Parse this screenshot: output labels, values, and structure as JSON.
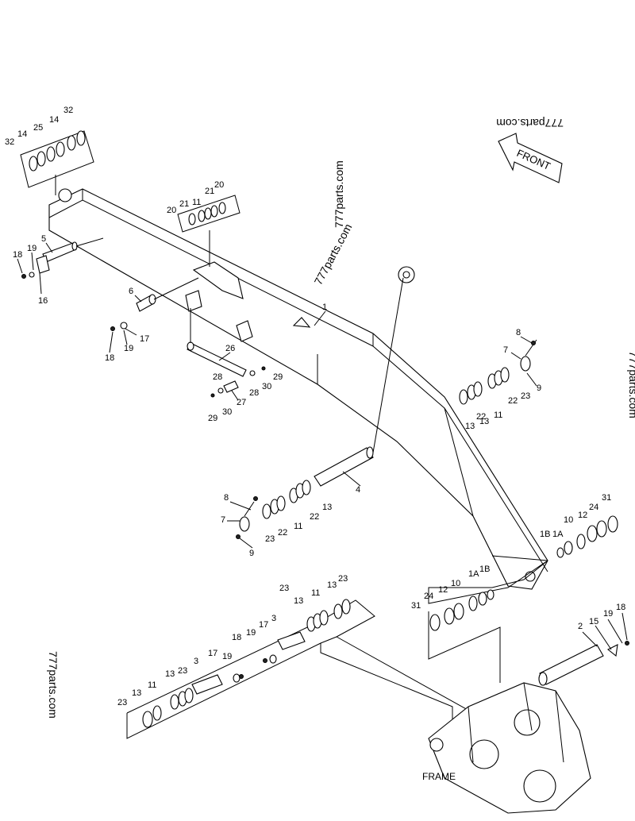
{
  "watermarks": [
    "777parts.com",
    "777parts.com",
    "777parts.com",
    "777parts.com",
    "777parts.com"
  ],
  "arrow_label": "FRONT",
  "frame_label": "FRAME",
  "callouts": {
    "p1": "1",
    "p1A_a": "1A",
    "p1A_b": "1A",
    "p1B_a": "1B",
    "p1B_b": "1B",
    "p2": "2",
    "p3_a": "3",
    "p3_b": "3",
    "p4": "4",
    "p5": "5",
    "p6": "6",
    "p7_a": "7",
    "p7_b": "7",
    "p8_a": "8",
    "p8_b": "8",
    "p9_a": "9",
    "p9_b": "9",
    "p10_a": "10",
    "p10_b": "10",
    "p11_a": "11",
    "p11_b": "11",
    "p11_c": "11",
    "p11_d": "11",
    "p11_e": "11",
    "p12_a": "12",
    "p12_b": "12",
    "p13_a": "13",
    "p13_b": "13",
    "p13_c": "13",
    "p13_d": "13",
    "p13_e": "13",
    "p13_f": "13",
    "p13_g": "13",
    "p14_a": "14",
    "p14_b": "14",
    "p15": "15",
    "p16": "16",
    "p17_a": "17",
    "p17_b": "17",
    "p17_c": "17",
    "p18_a": "18",
    "p18_b": "18",
    "p18_c": "18",
    "p18_d": "18",
    "p19_a": "19",
    "p19_b": "19",
    "p19_c": "19",
    "p19_d": "19",
    "p19_e": "19",
    "p20_a": "20",
    "p20_b": "20",
    "p21_a": "21",
    "p21_b": "21",
    "p22_a": "22",
    "p22_b": "22",
    "p22_c": "22",
    "p22_d": "22",
    "p23_a": "23",
    "p23_b": "23",
    "p23_c": "23",
    "p23_d": "23",
    "p23_e": "23",
    "p23_f": "23",
    "p23_g": "23",
    "p24_a": "24",
    "p24_b": "24",
    "p25": "25",
    "p26": "26",
    "p27": "27",
    "p28_a": "28",
    "p28_b": "28",
    "p29_a": "29",
    "p29_b": "29",
    "p30_a": "30",
    "p30_b": "30",
    "p31_a": "31",
    "p31_b": "31",
    "p32_a": "32",
    "p32_b": "32"
  }
}
